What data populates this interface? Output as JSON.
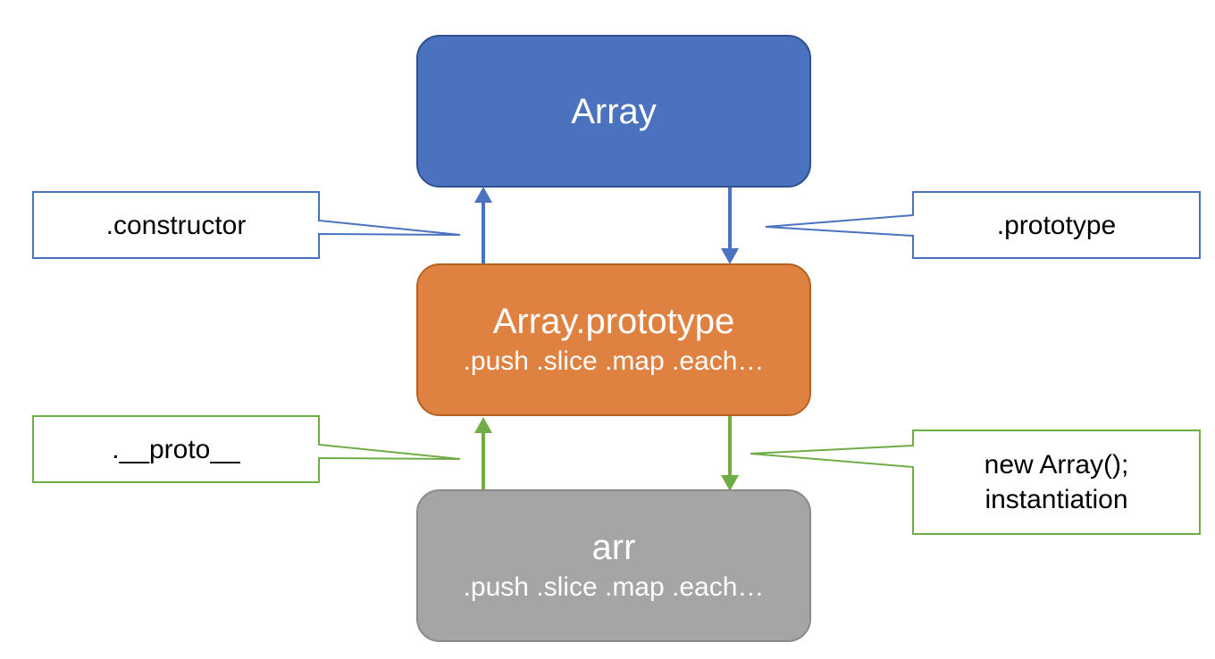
{
  "nodes": {
    "array": {
      "title": "Array",
      "color": "#4a72bf"
    },
    "array_prototype": {
      "title": "Array.prototype",
      "methods": ".push .slice .map .each…",
      "color": "#df8141"
    },
    "arr": {
      "title": "arr",
      "methods": ".push .slice .map .each…",
      "color": "#a5a5a5"
    }
  },
  "callouts": {
    "constructor": {
      "text": ".constructor",
      "color": "#4a72bf"
    },
    "prototype": {
      "text": ".prototype",
      "color": "#4a72bf"
    },
    "proto": {
      "text": ".__proto__",
      "color": "#70ad47"
    },
    "instantiation": {
      "line1": "new Array();",
      "line2": "instantiation",
      "color": "#70ad47"
    }
  },
  "edges": [
    {
      "from": "array_prototype",
      "to": "array",
      "label": "constructor",
      "color": "#4a72bf"
    },
    {
      "from": "array",
      "to": "array_prototype",
      "label": "prototype",
      "color": "#4a72bf"
    },
    {
      "from": "arr",
      "to": "array_prototype",
      "label": "proto",
      "color": "#70ad47"
    },
    {
      "from": "array_prototype",
      "to": "arr",
      "label": "instantiation",
      "color": "#70ad47"
    }
  ]
}
